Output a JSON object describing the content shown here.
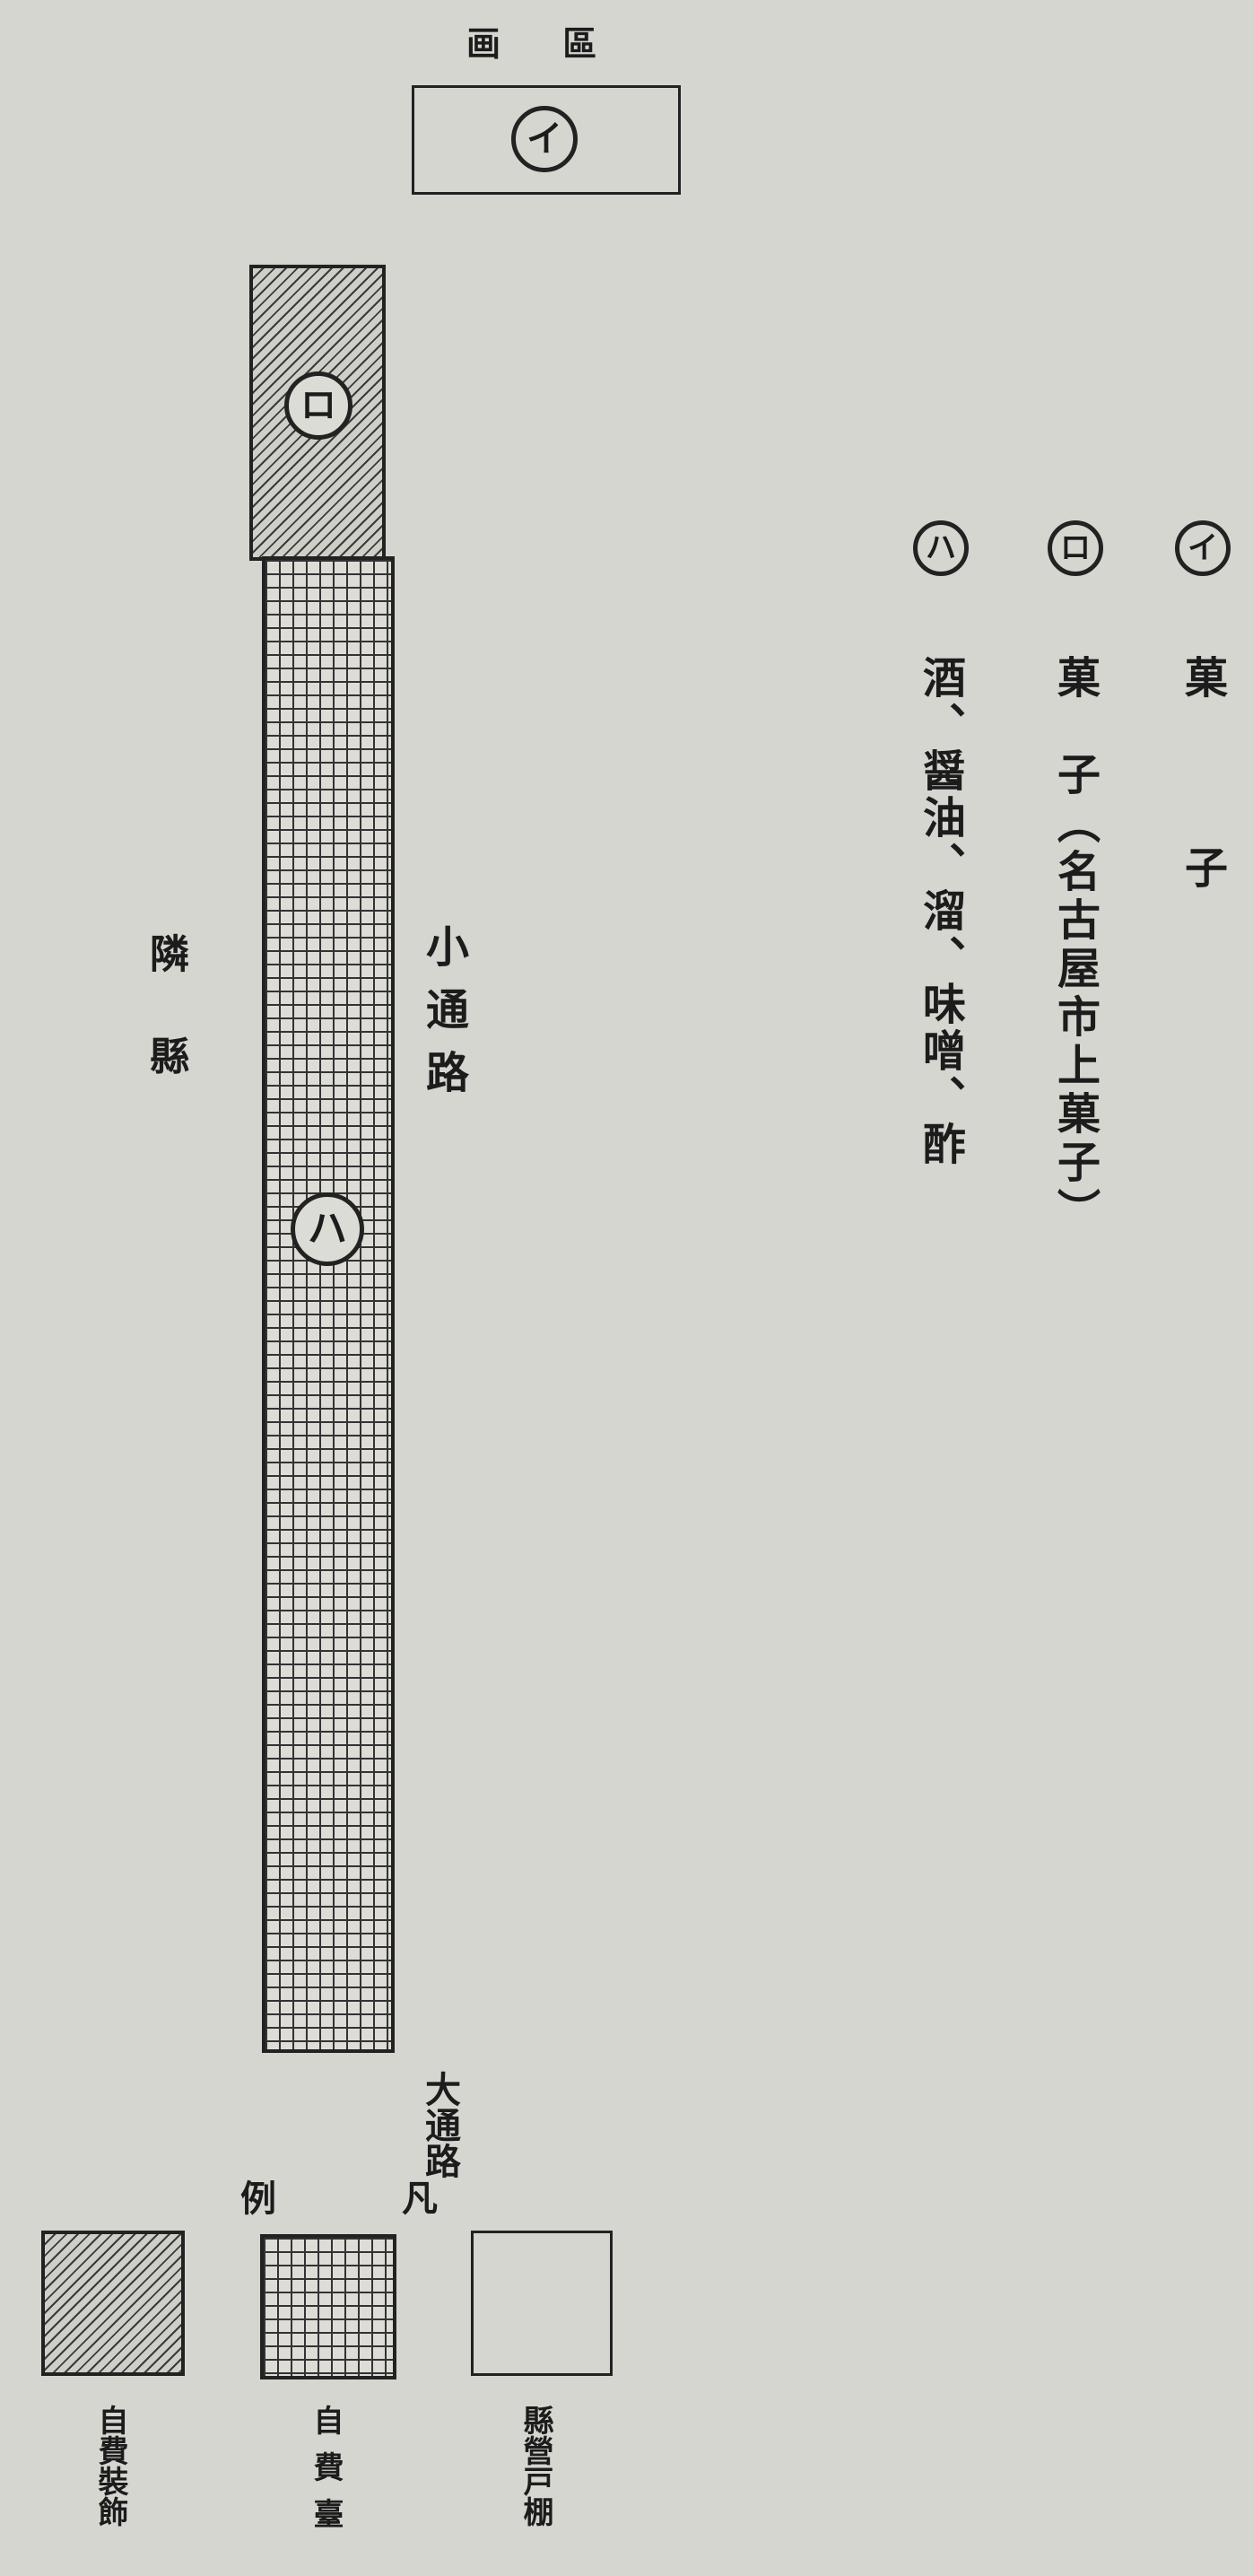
{
  "top_label": "画 區",
  "marker_i": "イ",
  "marker_ro": "ロ",
  "marker_ha": "ハ",
  "path_label": "小通路",
  "neighbor_label": "隣縣",
  "road_label": "大通路",
  "legend_title_left": "凡",
  "legend_title_right": "例",
  "legend": [
    {
      "key": "display",
      "label": "縣營戸棚"
    },
    {
      "key": "grid",
      "label": "自費臺"
    },
    {
      "key": "hatch",
      "label": "自費裝飾"
    }
  ],
  "items": [
    {
      "marker": "イ",
      "text": "菓　子"
    },
    {
      "marker": "ロ",
      "text": "菓　子（名古屋市上菓子）"
    },
    {
      "marker": "ハ",
      "text": "酒、醤油、溜、味噌、酢"
    }
  ]
}
